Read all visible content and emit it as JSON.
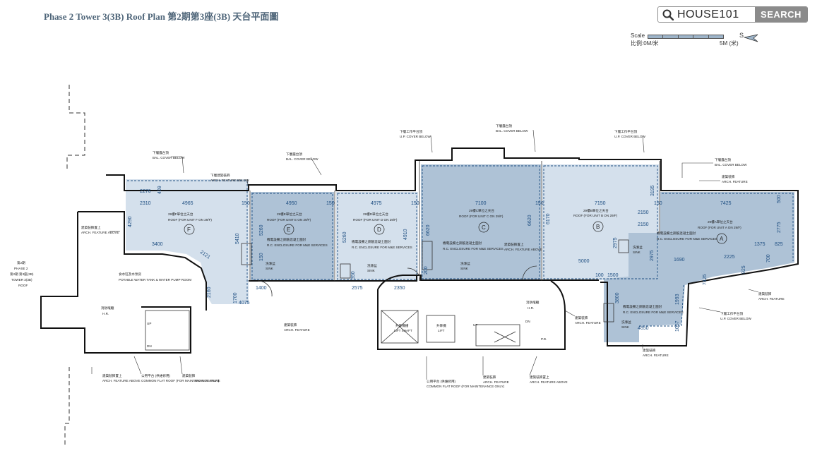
{
  "header": {
    "title": "Phase 2 Tower 3(3B) Roof Plan  第2期第3座(3B) 天台平面圖"
  },
  "search": {
    "value": "HOUSE101",
    "button_label": "SEARCH"
  },
  "scale": {
    "label": "Scale",
    "label_cn": "比例:0M/米",
    "end_label": "5M (米)"
  },
  "north": {
    "label": "S"
  },
  "colors": {
    "unit_fill": "#aec2d6",
    "unit_fill_light": "#d4e0ec",
    "wall": "#111111",
    "dimension": "#1f4f82",
    "title": "#4d6478"
  },
  "plan": {
    "units": [
      {
        "letter": "F",
        "cn": "29樓F單位之天台",
        "roof": "ROOF (FOR UNIT F ON 29/F)"
      },
      {
        "letter": "E",
        "cn": "29樓E單位之天台",
        "roof": "ROOF (FOR UNIT E ON 29/F)"
      },
      {
        "letter": "D",
        "cn": "29樓D單位之天台",
        "roof": "ROOF (FOR UNIT D ON 29/F)"
      },
      {
        "letter": "C",
        "cn": "29樓C單位之天台",
        "roof": "ROOF (FOR UNIT C ON 29/F)"
      },
      {
        "letter": "B",
        "cn": "29樓B單位之天台",
        "roof": "ROOF (FOR UNIT B ON 29/F)"
      },
      {
        "letter": "A",
        "cn": "29樓A單位之天台",
        "roof": "ROOF (FOR UNIT A ON 29/F)"
      }
    ],
    "top_dims": [
      "2310",
      "4965",
      "150",
      "4950",
      "150",
      "4975",
      "150",
      "7100",
      "150",
      "7150",
      "150",
      "7425"
    ],
    "misc_dims": {
      "d2276": "2276",
      "d409": "409",
      "d3400": "3400",
      "d2121": "2121",
      "d5410": "5410",
      "d5260a": "5260",
      "d150a": "150",
      "d1400": "1400",
      "d4075": "4075",
      "d2160": "2160",
      "d1700": "1700",
      "d5260b": "5260",
      "d350": "350",
      "d4910": "4910",
      "d2575": "2575",
      "d2350": "2350",
      "d6620a": "6620",
      "d6620b": "6620",
      "d200": "200",
      "d6170": "6170",
      "d3195": "3195",
      "d2150a": "2150",
      "d2150b": "2150",
      "d2975a": "2975",
      "d2975b": "2975",
      "d5000": "5000",
      "d100": "100",
      "d1500": "1500",
      "d3800": "3800",
      "d4850": "4850",
      "d1690": "1690",
      "d2225": "2225",
      "d1375": "1375",
      "d825": "825",
      "d2775": "2775",
      "d500": "500",
      "d700": "700",
      "d925": "925",
      "d1993": "1993",
      "d1057": "1057",
      "d7425r": "7425",
      "d4290": "4290"
    },
    "annotations": {
      "bal_cover_1_cn": "下層露台頂",
      "bal_cover_1": "BAL. COVER BELOW",
      "bal_cover_2_cn": "下層露台頂",
      "bal_cover_2": "BAL. COVER BELOW",
      "arch_feature_below_cn": "下層建築裝飾",
      "arch_feature_below": "ARCH. FEATURE BELOW",
      "up_cover_1_cn": "下層工作平台頂",
      "up_cover_1": "U.P. COVER BELOW",
      "bal_cover_3_cn": "下層露台頂",
      "bal_cover_3": "BAL. COVER BELOW",
      "up_cover_2_cn": "下層工作平台頂",
      "up_cover_2": "U.P. COVER BELOW",
      "bal_cover_4_cn": "下層露台頂",
      "bal_cover_4": "BAL. COVER BELOW",
      "arch_feature_tr_cn": "建築裝飾",
      "arch_feature_tr": "ARCH. FEATURE",
      "arch_feature_above_l_cn": "建築裝飾置上",
      "arch_feature_above_l": "ARCH. FEATURE ABOVE",
      "enclosure_e_cn": "機電設備之鋼筋混凝土圍封",
      "enclosure_e": "R.C. ENCLOSURE FOR M&E SERVICES",
      "enclosure_d_cn": "機電設備之鋼筋混凝土圍封",
      "enclosure_d": "R.C. ENCLOSURE FOR M&E SERVICES",
      "enclosure_c_cn": "機電設備之鋼筋混凝土圍封",
      "enclosure_c": "R.C. ENCLOSURE FOR M&E SERVICES",
      "enclosure_a_cn": "機電設備之鋼筋混凝土圍封",
      "enclosure_a": "R.C. ENCLOSURE FOR M&E SERVICES",
      "enclosure_a2_cn": "機電設備之鋼筋混凝土圍封",
      "enclosure_a2": "R.C. ENCLOSURE FOR M&E SERVICES",
      "arch_feature_above_c_cn": "建築裝飾置上",
      "arch_feature_above_c": "ARCH. FEATURE ABOVE",
      "sink_e_cn": "洗滌盆",
      "sink_e": "SINK",
      "sink_d_cn": "洗滌盆",
      "sink_d": "SINK",
      "sink_c_cn": "洗滌盆",
      "sink_c": "SINK",
      "sink_b_cn": "洗滌盆",
      "sink_b": "SINK",
      "sink_a_cn": "洗滌盆",
      "sink_a": "SINK",
      "tank_cn": "食水缸及水泵房",
      "tank": "POTABLE WATER TANK & WATER PUMP ROOM",
      "hr_l_cn": "消防喉轆",
      "hr_l": "H.R.",
      "hr_r_cn": "消防喉轆",
      "hr_r": "H.R.",
      "arch_feature_mid_cn": "建築裝飾",
      "arch_feature_mid": "ARCH. FEATURE",
      "lift_shaft_cn": "升降機槽",
      "lift_shaft": "LIFT SHAFT",
      "lift_cn": "升降機",
      "lift": "LIFT",
      "up_l": "UP",
      "dn_l": "DN",
      "up_r": "UP",
      "dn_r": "DN",
      "pd": "P.D.",
      "arch_feature_r_cn": "建築裝飾",
      "arch_feature_r": "ARCH. FEATURE",
      "arch_feature_a_cn": "建築裝飾",
      "arch_feature_a": "ARCH. FEATURE",
      "up_cover_3_cn": "下層工作平台頂",
      "up_cover_3": "U.P. COVER BELOW",
      "arch_feature_br_cn": "建築裝飾",
      "arch_feature_br": "ARCH. FEATURE",
      "tower_cn": "第2期 第3座(3B)",
      "tower_1": "PHASE 2",
      "tower_2": "TOWER 3(3B)",
      "tower_3": "ROOF",
      "tower_top": "第2期",
      "bl_1_cn": "建築裝飾置上",
      "bl_1": "ARCH. FEATURE ABOVE",
      "bl_2_cn": "公用平台 (供維修用)",
      "bl_2": "COMMON FLAT ROOF (FOR MAINTENANCE ONLY)",
      "bl_3_cn": "建築裝飾",
      "bl_3": "ARCH. FEATURE",
      "bm_1_cn": "公用平台 (供維修用)",
      "bm_1": "COMMON FLAT ROOF (FOR MAINTENANCE ONLY)",
      "bm_2_cn": "建築裝飾",
      "bm_2": "ARCH. FEATURE",
      "bm_3_cn": "建築裝飾置上",
      "bm_3": "ARCH. FEATURE ABOVE"
    }
  }
}
